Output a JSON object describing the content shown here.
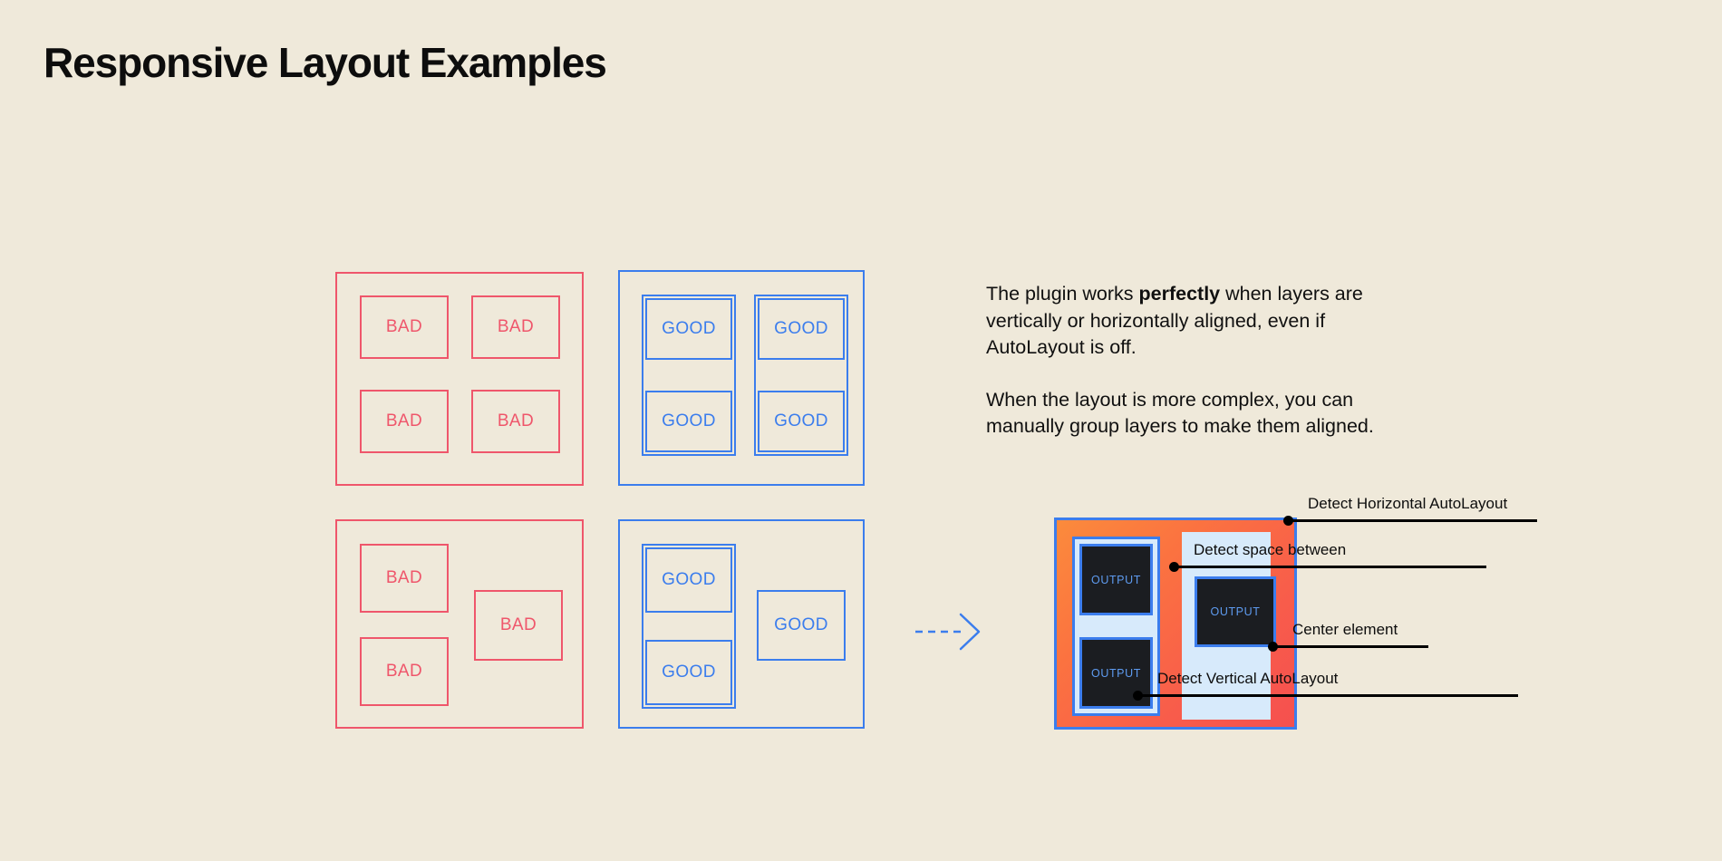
{
  "page": {
    "title": "Responsive Layout Examples",
    "background_color": "#efe9da",
    "bad_color": "#ef566b",
    "good_color": "#3b7ded",
    "text_color": "#0d0d0d"
  },
  "examples": {
    "bad_grid": {
      "label": "bad-aligned-grid",
      "cells": [
        {
          "text": "BAD"
        },
        {
          "text": "BAD"
        },
        {
          "text": "BAD"
        },
        {
          "text": "BAD"
        }
      ]
    },
    "good_grid": {
      "label": "good-aligned-grid",
      "cells": [
        {
          "text": "GOOD"
        },
        {
          "text": "GOOD"
        },
        {
          "text": "GOOD"
        },
        {
          "text": "GOOD"
        }
      ]
    },
    "bad_complex": {
      "label": "bad-complex-layout",
      "cells": [
        {
          "text": "BAD"
        },
        {
          "text": "BAD"
        },
        {
          "text": "BAD"
        }
      ]
    },
    "good_complex": {
      "label": "good-complex-layout",
      "cells": [
        {
          "text": "GOOD"
        },
        {
          "text": "GOOD"
        },
        {
          "text": "GOOD"
        }
      ]
    }
  },
  "arrow": {
    "icon": "dashed-arrow-right-icon",
    "color": "#3b7ded"
  },
  "copy": {
    "paragraph_1_before": "The plugin works ",
    "paragraph_1_bold": "perfectly",
    "paragraph_1_after": " when layers are vertically or horizontally aligned, even if AutoLayout is off.",
    "paragraph_2": "When the layout is more complex, you can manually group layers to make them aligned."
  },
  "mock": {
    "frame_fill_from": "#fb8b3c",
    "frame_fill_to": "#f5504f",
    "frame_stroke": "#3b7ded",
    "group_fill": "#d7eafb",
    "output_fill": "#1b1d21",
    "output_text_color": "#5e9bf0",
    "outputs": [
      {
        "text": "OUTPUT"
      },
      {
        "text": "OUTPUT"
      },
      {
        "text": "OUTPUT"
      }
    ],
    "callouts": [
      {
        "text": "Detect Horizontal AutoLayout"
      },
      {
        "text": "Detect space between"
      },
      {
        "text": "Center element"
      },
      {
        "text": "Detect Vertical AutoLayout"
      }
    ]
  }
}
